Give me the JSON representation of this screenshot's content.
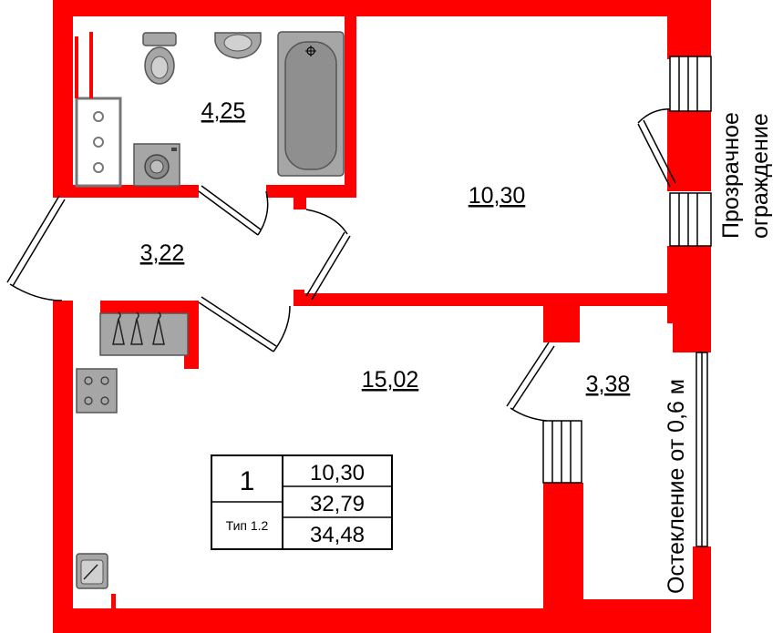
{
  "colors": {
    "wall": "#ff0000",
    "fixture": "#a6a6a6",
    "fixture_stroke": "#555555",
    "line": "#000000"
  },
  "rooms": {
    "bathroom_area": "4,25",
    "room_area": "10,30",
    "hallway_area": "3,22",
    "kitchen_area": "15,02",
    "balcony_area": "3,38"
  },
  "annotations": {
    "transparent_fence": [
      "Прозрачное",
      "ограждение"
    ],
    "glazing": "Остекление от 0,6 м"
  },
  "summary_table": {
    "rooms_count": "1",
    "type_label": "Тип 1.2",
    "living_area": "10,30",
    "total_area": "32,79",
    "total_area_with_balcony": "34,48"
  },
  "icons": [
    "toilet-icon",
    "sink-icon",
    "bathtub-icon",
    "boiler-icon",
    "washing-machine-icon",
    "wardrobe-hangers-icon",
    "stove-icon",
    "kitchen-sink-icon"
  ]
}
